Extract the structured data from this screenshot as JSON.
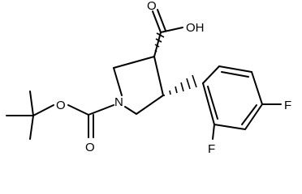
{
  "molecule": {
    "labels": {
      "carboxylic_acid_oh": "OH",
      "carboxylic_acid_o": "O",
      "ring_nitrogen": "N",
      "boc_ester_o": "O",
      "boc_carbonyl_o": "O",
      "fluorine_para": "F",
      "fluorine_ortho": "F"
    }
  }
}
